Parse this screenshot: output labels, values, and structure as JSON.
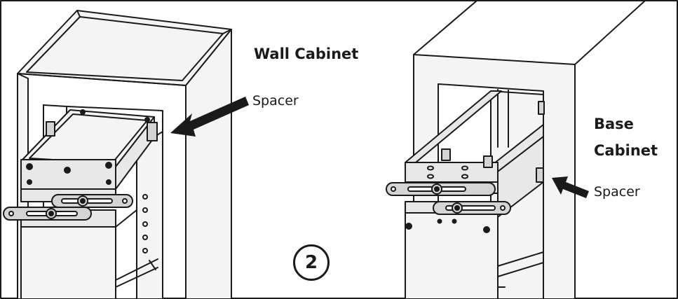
{
  "labels": {
    "wall_cabinet": "Wall Cabinet",
    "spacer_wall": "Spacer",
    "base_cabinet_line1": "Base",
    "base_cabinet_line2": "Cabinet",
    "spacer_base": "Spacer",
    "step_number": "2"
  },
  "colors": {
    "line": "#1a1a1a",
    "background": "#ffffff",
    "panel_fill": "#f4f4f4",
    "part_fill": "#e8e8e8",
    "bracket_fill": "#d4d4d4"
  }
}
